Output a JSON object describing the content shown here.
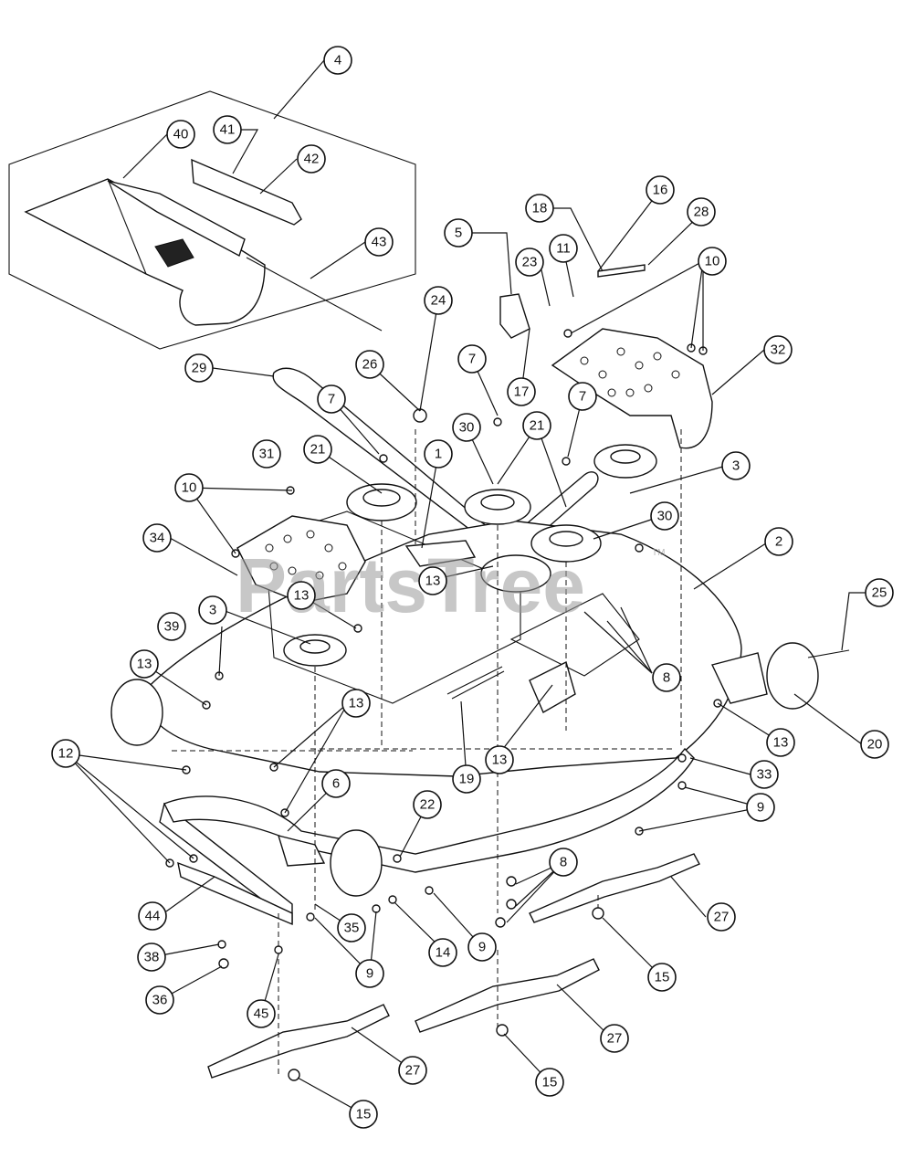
{
  "watermark": {
    "text": "PartsTree",
    "trademark": "TM"
  },
  "callouts": [
    {
      "label": "1"
    },
    {
      "label": "2"
    },
    {
      "label": "3"
    },
    {
      "label": "3"
    },
    {
      "label": "4"
    },
    {
      "label": "5"
    },
    {
      "label": "6"
    },
    {
      "label": "7"
    },
    {
      "label": "7"
    },
    {
      "label": "7"
    },
    {
      "label": "8"
    },
    {
      "label": "8"
    },
    {
      "label": "9"
    },
    {
      "label": "9"
    },
    {
      "label": "9"
    },
    {
      "label": "10"
    },
    {
      "label": "10"
    },
    {
      "label": "11"
    },
    {
      "label": "12"
    },
    {
      "label": "13"
    },
    {
      "label": "13"
    },
    {
      "label": "13"
    },
    {
      "label": "13"
    },
    {
      "label": "13"
    },
    {
      "label": "13"
    },
    {
      "label": "14"
    },
    {
      "label": "15"
    },
    {
      "label": "15"
    },
    {
      "label": "15"
    },
    {
      "label": "16"
    },
    {
      "label": "17"
    },
    {
      "label": "18"
    },
    {
      "label": "19"
    },
    {
      "label": "20"
    },
    {
      "label": "21"
    },
    {
      "label": "21"
    },
    {
      "label": "22"
    },
    {
      "label": "23"
    },
    {
      "label": "24"
    },
    {
      "label": "25"
    },
    {
      "label": "26"
    },
    {
      "label": "27"
    },
    {
      "label": "27"
    },
    {
      "label": "27"
    },
    {
      "label": "28"
    },
    {
      "label": "29"
    },
    {
      "label": "30"
    },
    {
      "label": "30"
    },
    {
      "label": "31"
    },
    {
      "label": "32"
    },
    {
      "label": "33"
    },
    {
      "label": "34"
    },
    {
      "label": "35"
    },
    {
      "label": "36"
    },
    {
      "label": "38"
    },
    {
      "label": "39"
    },
    {
      "label": "40"
    },
    {
      "label": "41"
    },
    {
      "label": "42"
    },
    {
      "label": "43"
    },
    {
      "label": "44"
    },
    {
      "label": "45"
    }
  ]
}
